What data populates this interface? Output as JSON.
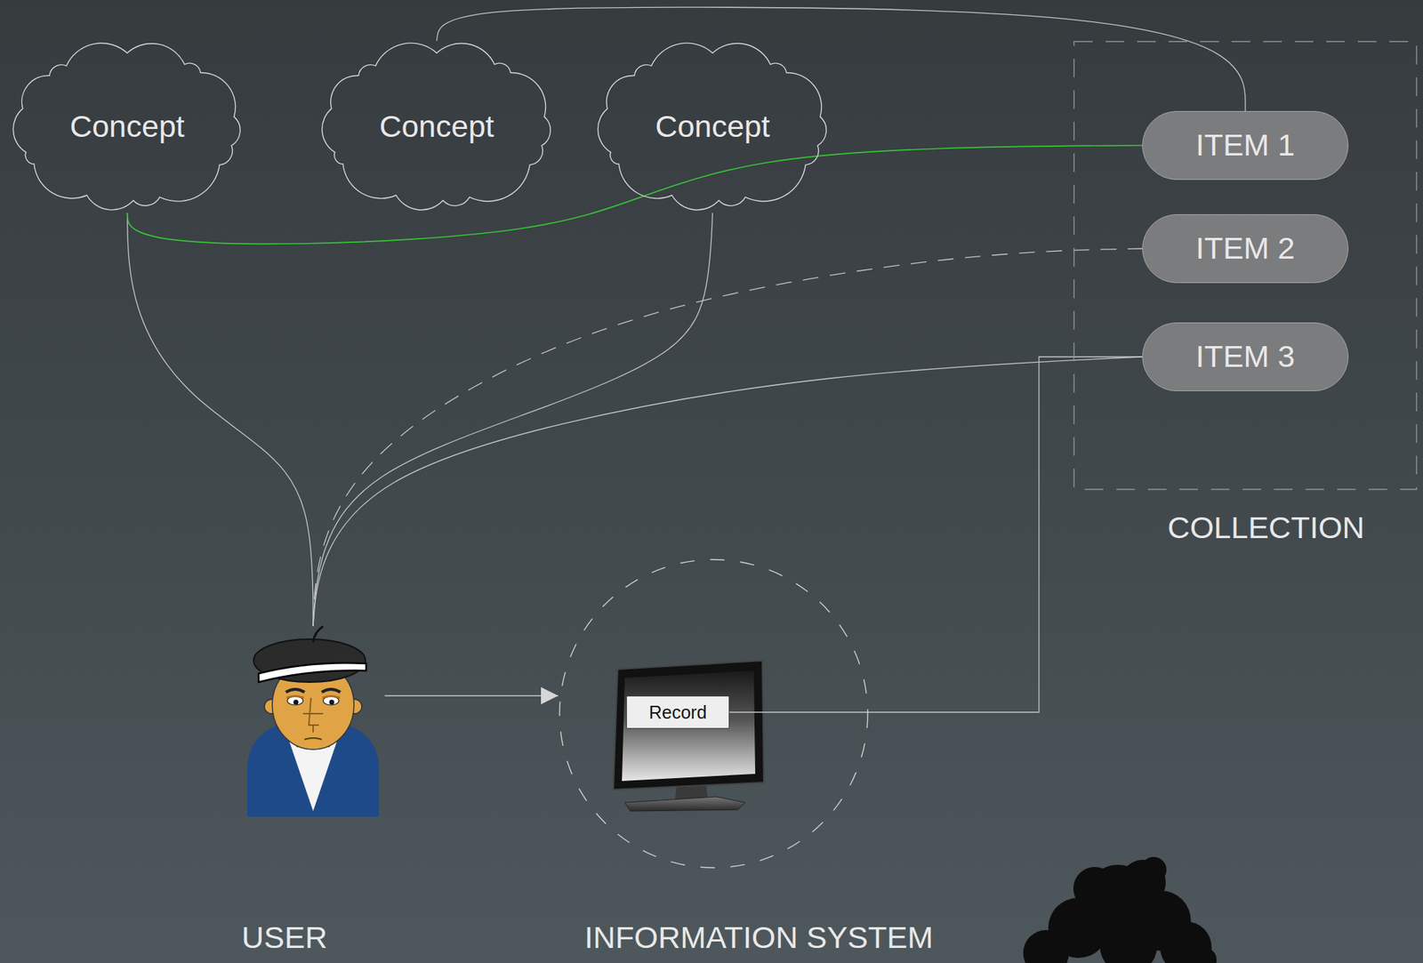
{
  "diagram": {
    "nodes": [
      {
        "text": [
          "Concept"
        ]
      },
      {
        "text": [
          "Concept"
        ]
      },
      {
        "text": [
          "Concept"
        ]
      },
      {
        "text": [
          "COLLECTION"
        ]
      },
      {
        "text": [
          "ITEM 1"
        ],
        "in": 3
      },
      {
        "text": [
          "ITEM 2"
        ],
        "in": 3
      },
      {
        "text": [
          "ITEM 3"
        ],
        "in": 3
      },
      {
        "text": [
          "USER"
        ]
      },
      {
        "text": [
          "INFORMATION SYSTEM"
        ]
      },
      {
        "text": [
          "Record"
        ],
        "in": 8
      }
    ],
    "edges": [
      {
        "from": 7,
        "to": 0,
        "arrow": "none"
      },
      {
        "from": 7,
        "to": 2,
        "arrow": "none"
      },
      {
        "from": 7,
        "to": 5,
        "arrow": "none"
      },
      {
        "from": 7,
        "to": 6,
        "arrow": "none"
      },
      {
        "from": 1,
        "to": 4,
        "arrow": "none"
      },
      {
        "from": 0,
        "to": 4,
        "arrow": "none"
      },
      {
        "from": 7,
        "to": 8,
        "arrow": "to"
      },
      {
        "from": 9,
        "to": 6,
        "arrow": "none"
      }
    ]
  }
}
